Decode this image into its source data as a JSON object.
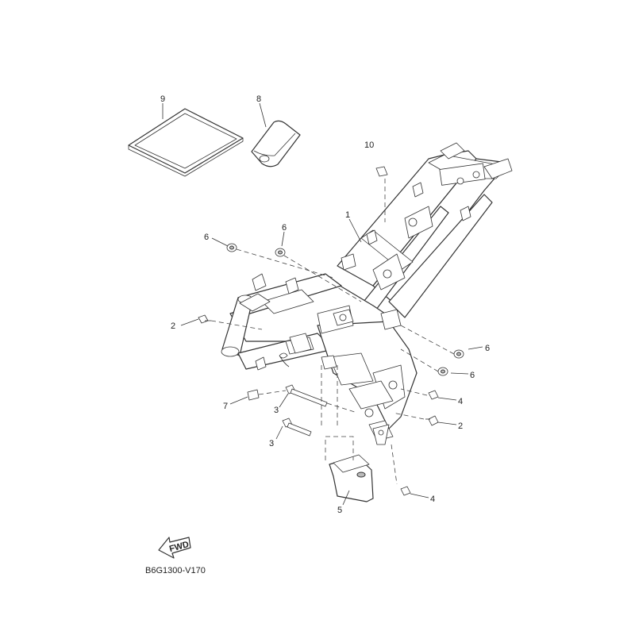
{
  "callouts": {
    "c1": "1",
    "c2a": "2",
    "c2b": "2",
    "c3a": "3",
    "c3b": "3",
    "c4a": "4",
    "c4b": "4",
    "c5": "5",
    "c6a": "6",
    "c6b": "6",
    "c6c": "6",
    "c6d": "6",
    "c7": "7",
    "c8": "8",
    "c9": "9",
    "c10": "10"
  },
  "fwd_label": "FWD",
  "diagram_code": "B6G1300-V170"
}
